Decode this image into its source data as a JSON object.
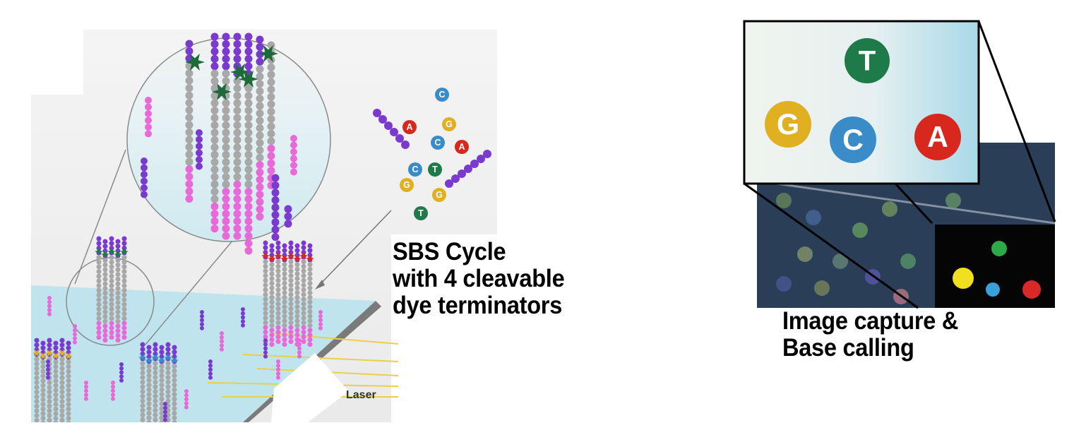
{
  "sbs_caption": {
    "line1": "SBS Cycle",
    "line2": "with 4 cleavable",
    "line3": "dye terminators"
  },
  "capture_caption": {
    "line1": "Image capture &",
    "line2": "Base calling"
  },
  "laser_label": "Laser",
  "nucleotides": {
    "G": {
      "letter": "G",
      "color": "#e0b020"
    },
    "C": {
      "letter": "C",
      "color": "#3a8cc8"
    },
    "T": {
      "letter": "T",
      "color": "#1f7a4a"
    },
    "A": {
      "letter": "A",
      "color": "#d8281e"
    }
  },
  "colors": {
    "dna_purple": "#7a3ad0",
    "dna_magenta": "#e86ad8",
    "dna_gray": "#a8a8a8",
    "flowcell": "#bfe4ee",
    "flowcell_panel_bg": "#0a1a2e"
  }
}
